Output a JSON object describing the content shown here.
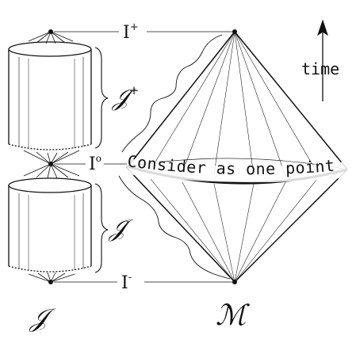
{
  "labels": {
    "i_plus": "I",
    "i_plus_sup": "+",
    "i_zero": "I",
    "i_zero_sup": "o",
    "i_minus": "I",
    "i_minus_sup": "-",
    "scri_plus": "𝒥",
    "scri_plus_sup": "+",
    "scri_minus": "𝒥",
    "scri_minus_sup": "-",
    "scri": "𝒥",
    "manifold": "ℳ",
    "time": "time",
    "consider": "Consider as one point"
  },
  "colors": {
    "ink": "#111111",
    "background": "#ffffff"
  },
  "icons": {
    "time_arrow": "up-arrow-icon"
  }
}
